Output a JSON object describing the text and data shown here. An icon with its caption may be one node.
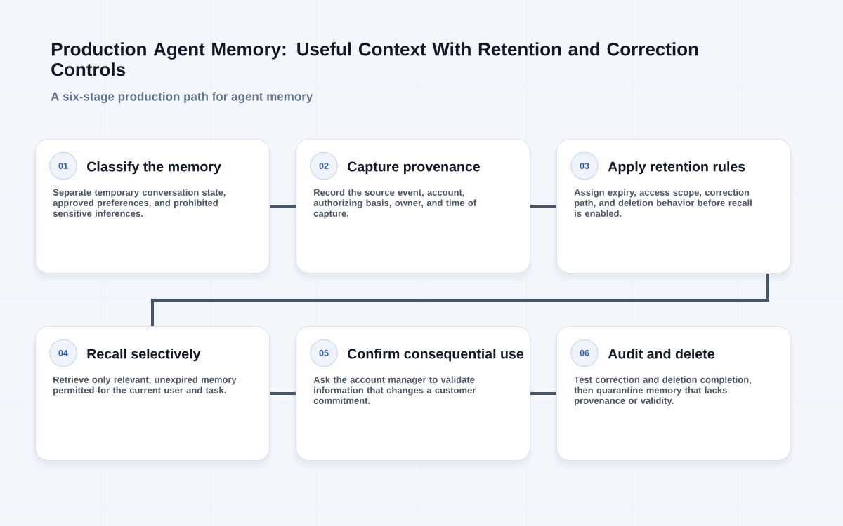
{
  "diagram": {
    "title": "Production Agent Memory: Useful Context With Retention and Correction Controls",
    "nodes": [
      {
        "text": [
          "Classify the memory",
          "Separate temporary conversation state, approved preferences, and prohibited sensitive inferences."
        ]
      },
      {
        "text": [
          "01"
        ],
        "in": 0
      },
      {
        "text": [
          "Capture provenance",
          "Record the source event, account, authorizing basis, owner, and time of capture."
        ]
      },
      {
        "text": [
          "02"
        ],
        "in": 2
      },
      {
        "text": [
          "Apply retention rules",
          "Assign expiry, access scope, correction path, and deletion behavior before recall is enabled."
        ]
      },
      {
        "text": [
          "03"
        ],
        "in": 4
      },
      {
        "text": [
          "Recall selectively",
          "Retrieve only relevant, unexpired memory permitted for the current user and task."
        ]
      },
      {
        "text": [
          "04"
        ],
        "in": 6
      },
      {
        "text": [
          "Confirm consequential use",
          "Ask the account manager to validate information that changes a customer commitment."
        ]
      },
      {
        "text": [
          "05"
        ],
        "in": 8
      },
      {
        "text": [
          "Audit and delete",
          "Test correction and deletion completion, then quarantine memory that lacks provenance or validity."
        ]
      },
      {
        "text": [
          "06"
        ],
        "in": 10
      }
    ],
    "edges": [
      {
        "from": 0,
        "to": 2,
        "arrow": "none"
      },
      {
        "from": 2,
        "to": 4,
        "arrow": "none"
      },
      {
        "from": 4,
        "to": 6,
        "arrow": "none"
      },
      {
        "from": 6,
        "to": 8,
        "arrow": "none"
      },
      {
        "from": 8,
        "to": 10,
        "arrow": "none"
      }
    ],
    "labels": [
      "A six-stage production path for agent memory"
    ]
  }
}
